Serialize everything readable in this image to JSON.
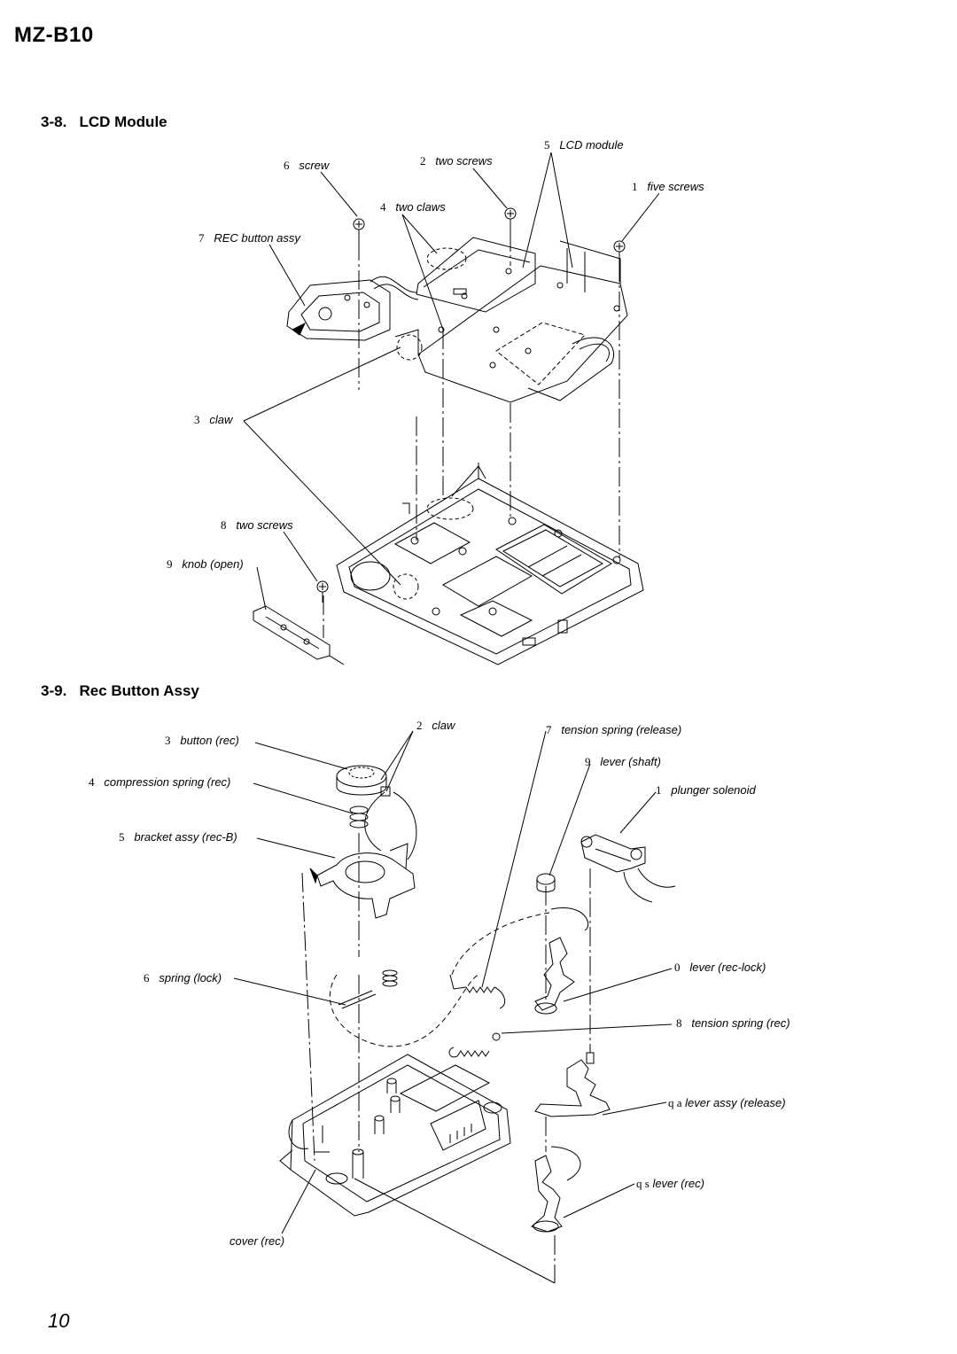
{
  "header": {
    "model": "MZ-B10"
  },
  "sections": [
    {
      "number": "3-8.",
      "title": "LCD Module",
      "callouts": [
        {
          "num": "5",
          "text": "LCD module"
        },
        {
          "num": "6",
          "text": "screw"
        },
        {
          "num": "2",
          "text": "two screws"
        },
        {
          "num": "1",
          "text": "five screws"
        },
        {
          "num": "4",
          "text": "two claws"
        },
        {
          "num": "7",
          "text": "REC button assy"
        },
        {
          "num": "3",
          "text": "claw"
        },
        {
          "num": "8",
          "text": "two screws"
        },
        {
          "num": "9",
          "text": "knob (open)"
        }
      ]
    },
    {
      "number": "3-9.",
      "title": "Rec Button Assy",
      "callouts": [
        {
          "num": "2",
          "text": "claw"
        },
        {
          "num": "3",
          "text": "button (rec)"
        },
        {
          "num": "7",
          "text": "tension spring (release)"
        },
        {
          "num": "9",
          "text": "lever (shaft)"
        },
        {
          "num": "4",
          "text": "compression spring (rec)"
        },
        {
          "num": "1",
          "text": "plunger solenoid"
        },
        {
          "num": "5",
          "text": "bracket assy (rec-B)"
        },
        {
          "num": "0",
          "text": "lever (rec-lock)"
        },
        {
          "num": "6",
          "text": "spring (lock)"
        },
        {
          "num": "8",
          "text": "tension spring (rec)"
        },
        {
          "num": "q a",
          "text": "lever assy (release)"
        },
        {
          "num": "q s",
          "text": "lever (rec)"
        },
        {
          "num": "",
          "text": "cover (rec)"
        }
      ]
    }
  ],
  "footer": {
    "page_number": "10"
  }
}
